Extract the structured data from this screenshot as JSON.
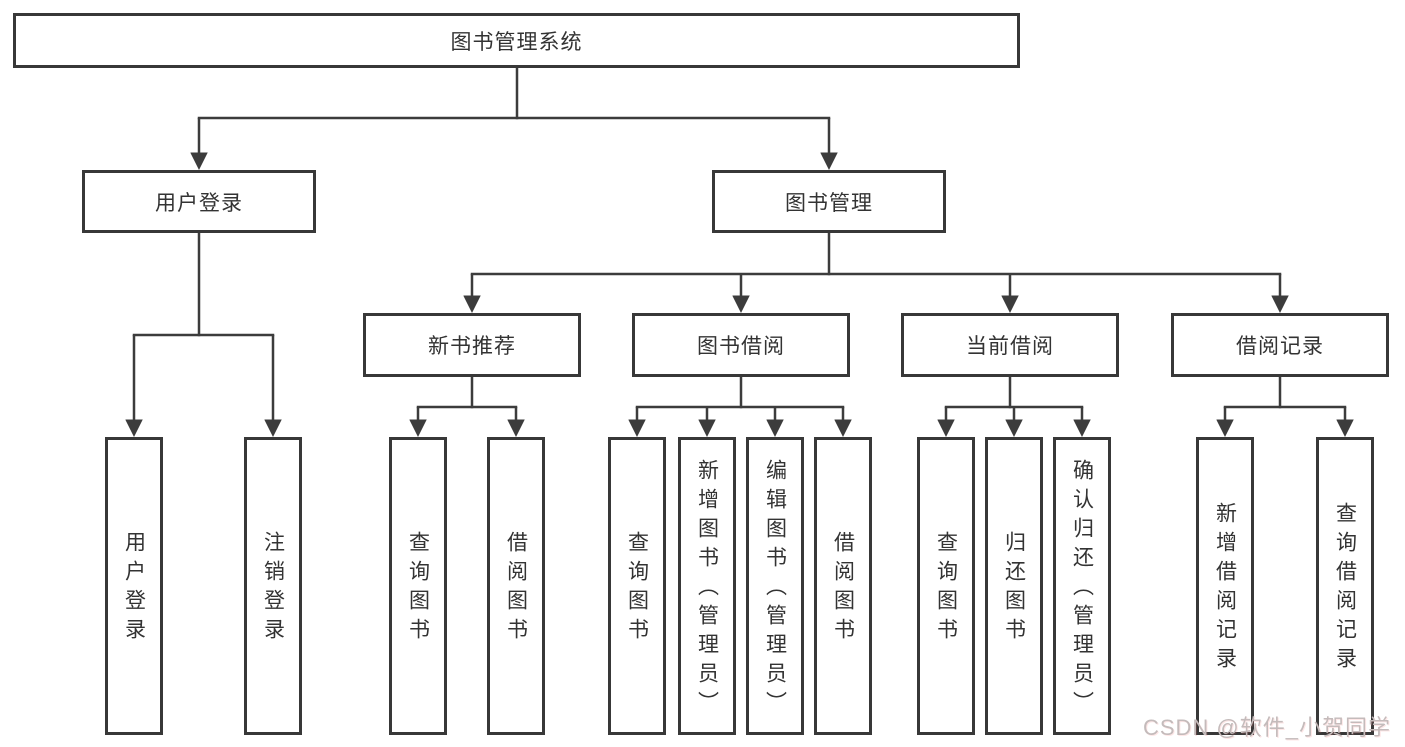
{
  "palette": {
    "background": "#ffffff",
    "line_color": "#3c3c3c",
    "box_border_color": "#383838",
    "text_color": "#333333",
    "watermark_color": "#c4bbbb"
  },
  "diagram": {
    "root": {
      "label": "图书管理系统"
    },
    "level2": [
      {
        "label": "用户登录"
      },
      {
        "label": "图书管理"
      }
    ],
    "level3": [
      {
        "label": "新书推荐"
      },
      {
        "label": "图书借阅"
      },
      {
        "label": "当前借阅"
      },
      {
        "label": "借阅记录"
      }
    ],
    "leaves": {
      "user_login": [
        {
          "label": "用户登录"
        },
        {
          "label": "注销登录"
        }
      ],
      "new_book": [
        {
          "label": "查询图书"
        },
        {
          "label": "借阅图书"
        }
      ],
      "book_borrow": [
        {
          "label": "查询图书"
        },
        {
          "label": "新增图书（管理员）"
        },
        {
          "label": "编辑图书（管理员）"
        },
        {
          "label": "借阅图书"
        }
      ],
      "current_borrow": [
        {
          "label": "查询图书"
        },
        {
          "label": "归还图书"
        },
        {
          "label": "确认归还（管理员）"
        }
      ],
      "borrow_record": [
        {
          "label": "新增借阅记录"
        },
        {
          "label": "查询借阅记录"
        }
      ]
    },
    "watermark": "CSDN @软件_小贺同学"
  }
}
